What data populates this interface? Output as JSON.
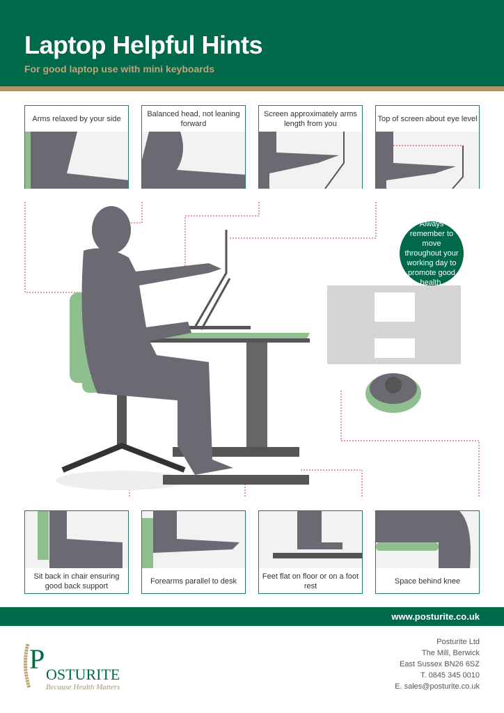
{
  "header": {
    "title": "Laptop Helpful Hints",
    "subtitle": "For good laptop use with mini keyboards"
  },
  "top_panels": [
    {
      "caption": "Arms relaxed by your side"
    },
    {
      "caption": "Balanced head, not leaning forward"
    },
    {
      "caption": "Screen approximately arms length from you"
    },
    {
      "caption": "Top of screen about eye level"
    }
  ],
  "bottom_panels": [
    {
      "caption": "Sit back in chair ensuring good back support"
    },
    {
      "caption": "Forearms parallel to desk"
    },
    {
      "caption": "Feet flat on floor or on a foot rest"
    },
    {
      "caption": "Space behind knee"
    }
  ],
  "reminder": "Always remember to move throughout your working day to promote good health.",
  "footer": {
    "url": "www.posturite.co.uk",
    "address": [
      "Posturite Ltd",
      "The Mill, Berwick",
      "East Sussex BN26 6SZ",
      "T. 0845 345 0010",
      "E. sales@posturite.co.uk"
    ]
  },
  "logo": {
    "name": "POSTURITE",
    "tagline": "Because Health Matters"
  },
  "colors": {
    "brand_green": "#00694a",
    "gold": "#b09466",
    "silhouette": "#6b6a72",
    "seat_green": "#8fbf8f"
  }
}
